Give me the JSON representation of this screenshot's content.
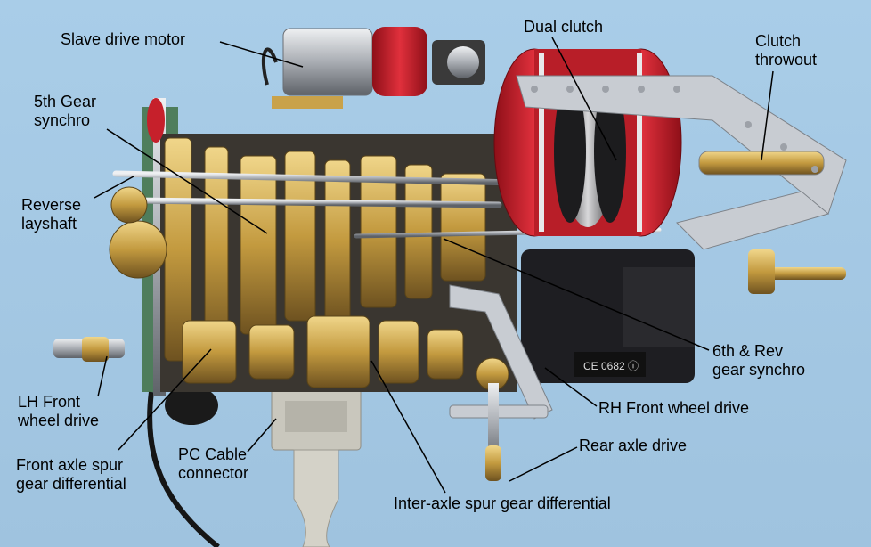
{
  "labels": {
    "slave_drive_motor": "Slave drive motor",
    "dual_clutch": "Dual clutch",
    "clutch_throwout": [
      "Clutch",
      "throwout"
    ],
    "fifth_gear_synchro": [
      "5th Gear",
      "synchro"
    ],
    "reverse_layshaft": [
      "Reverse",
      "layshaft"
    ],
    "sixth_rev_synchro": [
      "6th & Rev",
      "gear synchro"
    ],
    "lh_front_wheel_drive": [
      "LH Front",
      "wheel drive"
    ],
    "rh_front_wheel_drive": "RH Front wheel drive",
    "rear_axle_drive": "Rear axle drive",
    "front_axle_differential": [
      "Front axle spur",
      "gear differential"
    ],
    "pc_cable_connector": [
      "PC Cable",
      "connector"
    ],
    "inter_axle_differential": "Inter-axle spur gear differential"
  },
  "colors": {
    "background": "#a8cbe6",
    "brass": "#c9a24a",
    "clutch_red": "#d42030",
    "servo_black": "#1c1c1f",
    "steel": "#b8bcc2"
  }
}
